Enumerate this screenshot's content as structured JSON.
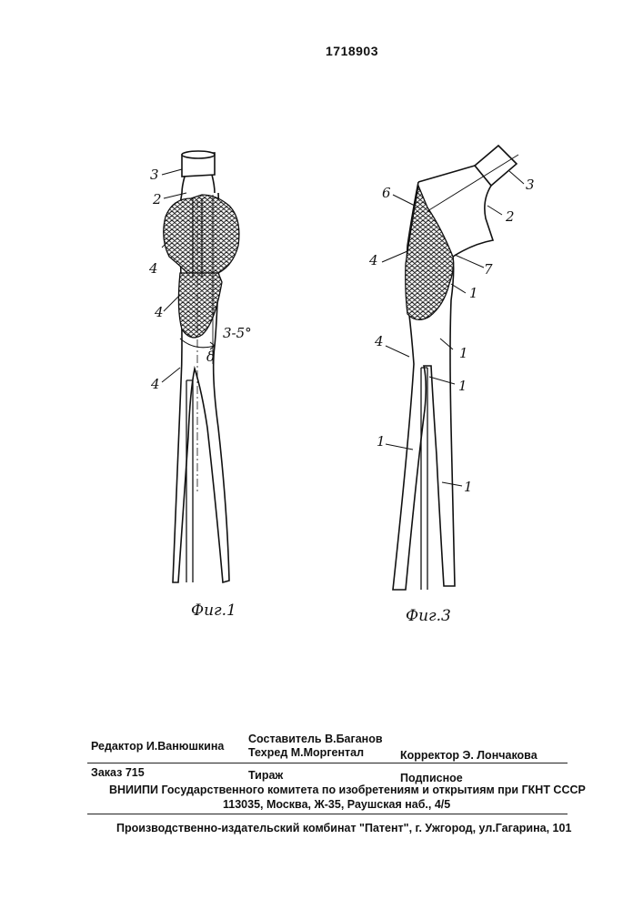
{
  "patent_number": "1718903",
  "figures": {
    "fig1": {
      "caption": "Фиг.1",
      "labels": [
        "3",
        "2",
        "4",
        "4",
        "4",
        "3-5°",
        "δ"
      ]
    },
    "fig3": {
      "caption": "Фиг.3",
      "labels": [
        "6",
        "3",
        "2",
        "4",
        "7",
        "1",
        "4",
        "1",
        "1",
        "1",
        "1"
      ]
    }
  },
  "colophon": {
    "editor": "Редактор  И.Ванюшкина",
    "compiler": "Составитель  В.Баганов",
    "techred": "Техред М.Моргентал",
    "corrector": "Корректор  Э. Лончакова",
    "order": "Заказ  715",
    "circulation": "Тираж",
    "subscription": "Подписное",
    "institute": "ВНИИПИ Государственного комитета по изобретениям и открытиям при ГКНТ СССР",
    "address": "113035, Москва, Ж-35, Раушская наб., 4/5",
    "printer": "Производственно-издательский комбинат \"Патент\", г. Ужгород, ул.Гагарина, 101"
  }
}
